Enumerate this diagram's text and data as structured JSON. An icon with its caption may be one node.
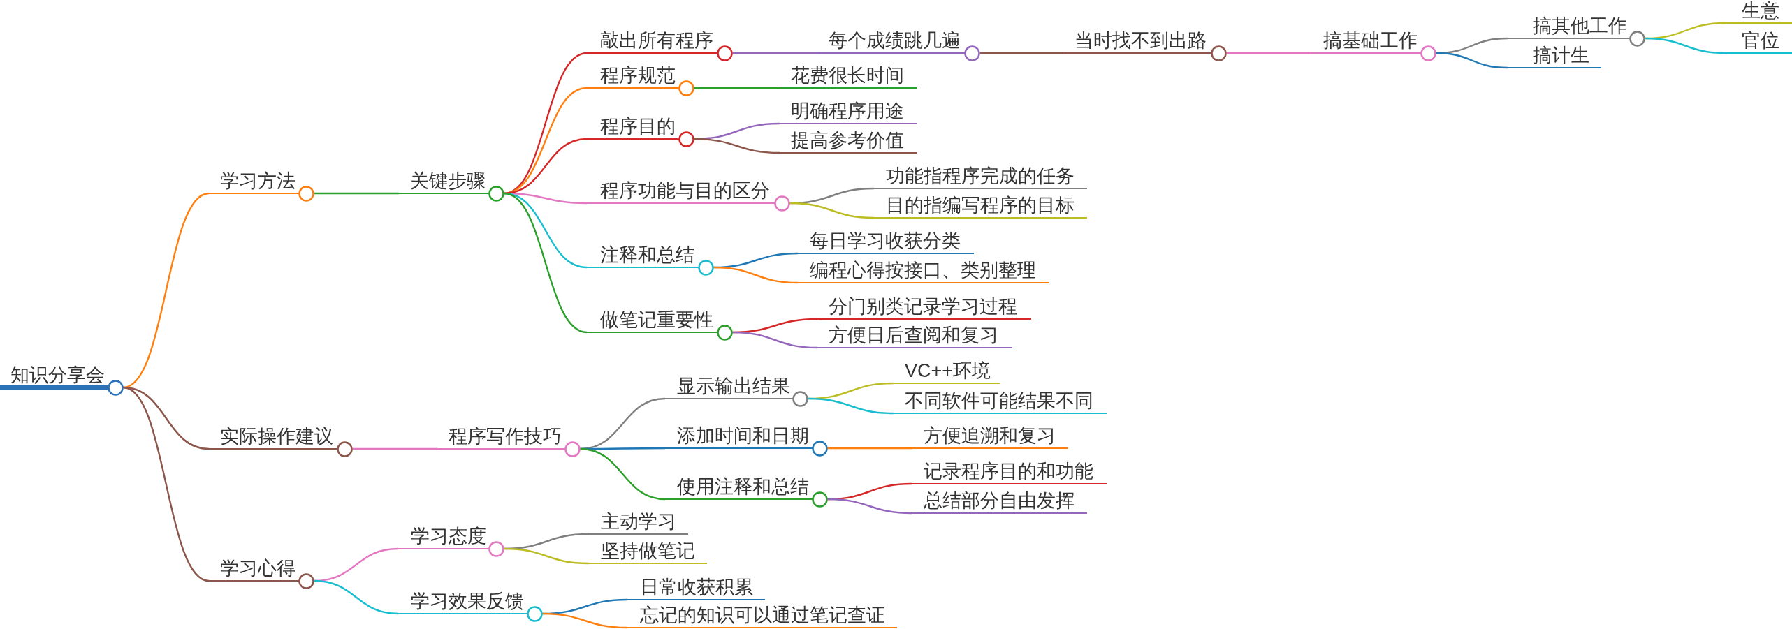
{
  "diagram": {
    "nodes": [
      {
        "text": [
          "知识分享会"
        ]
      },
      {
        "text": [
          "学习方法"
        ]
      },
      {
        "text": [
          "关键步骤"
        ]
      },
      {
        "text": [
          "敲出所有程序"
        ]
      },
      {
        "text": [
          "每个成绩跳几遍"
        ]
      },
      {
        "text": [
          "当时找不到出路"
        ]
      },
      {
        "text": [
          "搞基础工作"
        ]
      },
      {
        "text": [
          "搞其他工作"
        ]
      },
      {
        "text": [
          "生意"
        ]
      },
      {
        "text": [
          "官位"
        ]
      },
      {
        "text": [
          "搞计生"
        ]
      },
      {
        "text": [
          "程序规范"
        ]
      },
      {
        "text": [
          "花费很长时间"
        ]
      },
      {
        "text": [
          "程序目的"
        ]
      },
      {
        "text": [
          "明确程序用途"
        ]
      },
      {
        "text": [
          "提高参考价值"
        ]
      },
      {
        "text": [
          "程序功能与目的区分"
        ]
      },
      {
        "text": [
          "功能指程序完成的任务"
        ]
      },
      {
        "text": [
          "目的指编写程序的目标"
        ]
      },
      {
        "text": [
          "注释和总结"
        ]
      },
      {
        "text": [
          "每日学习收获分类"
        ]
      },
      {
        "text": [
          "编程心得按接口、类别整理"
        ]
      },
      {
        "text": [
          "做笔记重要性"
        ]
      },
      {
        "text": [
          "分门别类记录学习过程"
        ]
      },
      {
        "text": [
          "方便日后查阅和复习"
        ]
      },
      {
        "text": [
          "实际操作建议"
        ]
      },
      {
        "text": [
          "程序写作技巧"
        ]
      },
      {
        "text": [
          "显示输出结果"
        ]
      },
      {
        "text": [
          "VC++环境"
        ]
      },
      {
        "text": [
          "不同软件可能结果不同"
        ]
      },
      {
        "text": [
          "添加时间和日期"
        ]
      },
      {
        "text": [
          "方便追溯和复习"
        ]
      },
      {
        "text": [
          "使用注释和总结"
        ]
      },
      {
        "text": [
          "记录程序目的和功能"
        ]
      },
      {
        "text": [
          "总结部分自由发挥"
        ]
      },
      {
        "text": [
          "学习心得"
        ]
      },
      {
        "text": [
          "学习态度"
        ]
      },
      {
        "text": [
          "主动学习"
        ]
      },
      {
        "text": [
          "坚持做笔记"
        ]
      },
      {
        "text": [
          "学习效果反馈"
        ]
      },
      {
        "text": [
          "日常收获积累"
        ]
      },
      {
        "text": [
          "忘记的知识可以通过笔记查证"
        ]
      }
    ],
    "edges": [
      {
        "from": 0,
        "to": 1,
        "arrow": "none",
        "color": "#ff7f0e"
      },
      {
        "from": 0,
        "to": 25,
        "arrow": "none",
        "color": "#8c564b"
      },
      {
        "from": 0,
        "to": 35,
        "arrow": "none",
        "color": "#8c564b"
      },
      {
        "from": 1,
        "to": 2,
        "arrow": "none",
        "color": "#2ca02c"
      },
      {
        "from": 2,
        "to": 3,
        "arrow": "none",
        "color": "#d62728"
      },
      {
        "from": 2,
        "to": 11,
        "arrow": "none",
        "color": "#ff7f0e"
      },
      {
        "from": 2,
        "to": 13,
        "arrow": "none",
        "color": "#d62728"
      },
      {
        "from": 2,
        "to": 16,
        "arrow": "none",
        "color": "#e377c2"
      },
      {
        "from": 2,
        "to": 19,
        "arrow": "none",
        "color": "#17becf"
      },
      {
        "from": 2,
        "to": 22,
        "arrow": "none",
        "color": "#2ca02c"
      },
      {
        "from": 3,
        "to": 4,
        "arrow": "none",
        "color": "#9467bd"
      },
      {
        "from": 4,
        "to": 5,
        "arrow": "none",
        "color": "#8c564b"
      },
      {
        "from": 5,
        "to": 6,
        "arrow": "none",
        "color": "#e377c2"
      },
      {
        "from": 6,
        "to": 7,
        "arrow": "none",
        "color": "#7f7f7f"
      },
      {
        "from": 6,
        "to": 10,
        "arrow": "none",
        "color": "#1f77b4"
      },
      {
        "from": 7,
        "to": 8,
        "arrow": "none",
        "color": "#bcbd22"
      },
      {
        "from": 7,
        "to": 9,
        "arrow": "none",
        "color": "#17becf"
      },
      {
        "from": 11,
        "to": 12,
        "arrow": "none",
        "color": "#2ca02c"
      },
      {
        "from": 13,
        "to": 14,
        "arrow": "none",
        "color": "#9467bd"
      },
      {
        "from": 13,
        "to": 15,
        "arrow": "none",
        "color": "#8c564b"
      },
      {
        "from": 16,
        "to": 17,
        "arrow": "none",
        "color": "#7f7f7f"
      },
      {
        "from": 16,
        "to": 18,
        "arrow": "none",
        "color": "#bcbd22"
      },
      {
        "from": 19,
        "to": 20,
        "arrow": "none",
        "color": "#1f77b4"
      },
      {
        "from": 19,
        "to": 21,
        "arrow": "none",
        "color": "#ff7f0e"
      },
      {
        "from": 22,
        "to": 23,
        "arrow": "none",
        "color": "#d62728"
      },
      {
        "from": 22,
        "to": 24,
        "arrow": "none",
        "color": "#9467bd"
      },
      {
        "from": 25,
        "to": 26,
        "arrow": "none",
        "color": "#e377c2"
      },
      {
        "from": 26,
        "to": 27,
        "arrow": "none",
        "color": "#7f7f7f"
      },
      {
        "from": 26,
        "to": 30,
        "arrow": "none",
        "color": "#1f77b4"
      },
      {
        "from": 26,
        "to": 32,
        "arrow": "none",
        "color": "#2ca02c"
      },
      {
        "from": 27,
        "to": 28,
        "arrow": "none",
        "color": "#bcbd22"
      },
      {
        "from": 27,
        "to": 29,
        "arrow": "none",
        "color": "#17becf"
      },
      {
        "from": 30,
        "to": 31,
        "arrow": "none",
        "color": "#ff7f0e"
      },
      {
        "from": 32,
        "to": 33,
        "arrow": "none",
        "color": "#d62728"
      },
      {
        "from": 32,
        "to": 34,
        "arrow": "none",
        "color": "#9467bd"
      },
      {
        "from": 35,
        "to": 36,
        "arrow": "none",
        "color": "#e377c2"
      },
      {
        "from": 35,
        "to": 39,
        "arrow": "none",
        "color": "#17becf"
      },
      {
        "from": 36,
        "to": 37,
        "arrow": "none",
        "color": "#7f7f7f"
      },
      {
        "from": 36,
        "to": 38,
        "arrow": "none",
        "color": "#bcbd22"
      },
      {
        "from": 39,
        "to": 40,
        "arrow": "none",
        "color": "#1f77b4"
      },
      {
        "from": 39,
        "to": 41,
        "arrow": "none",
        "color": "#ff7f0e"
      }
    ]
  }
}
